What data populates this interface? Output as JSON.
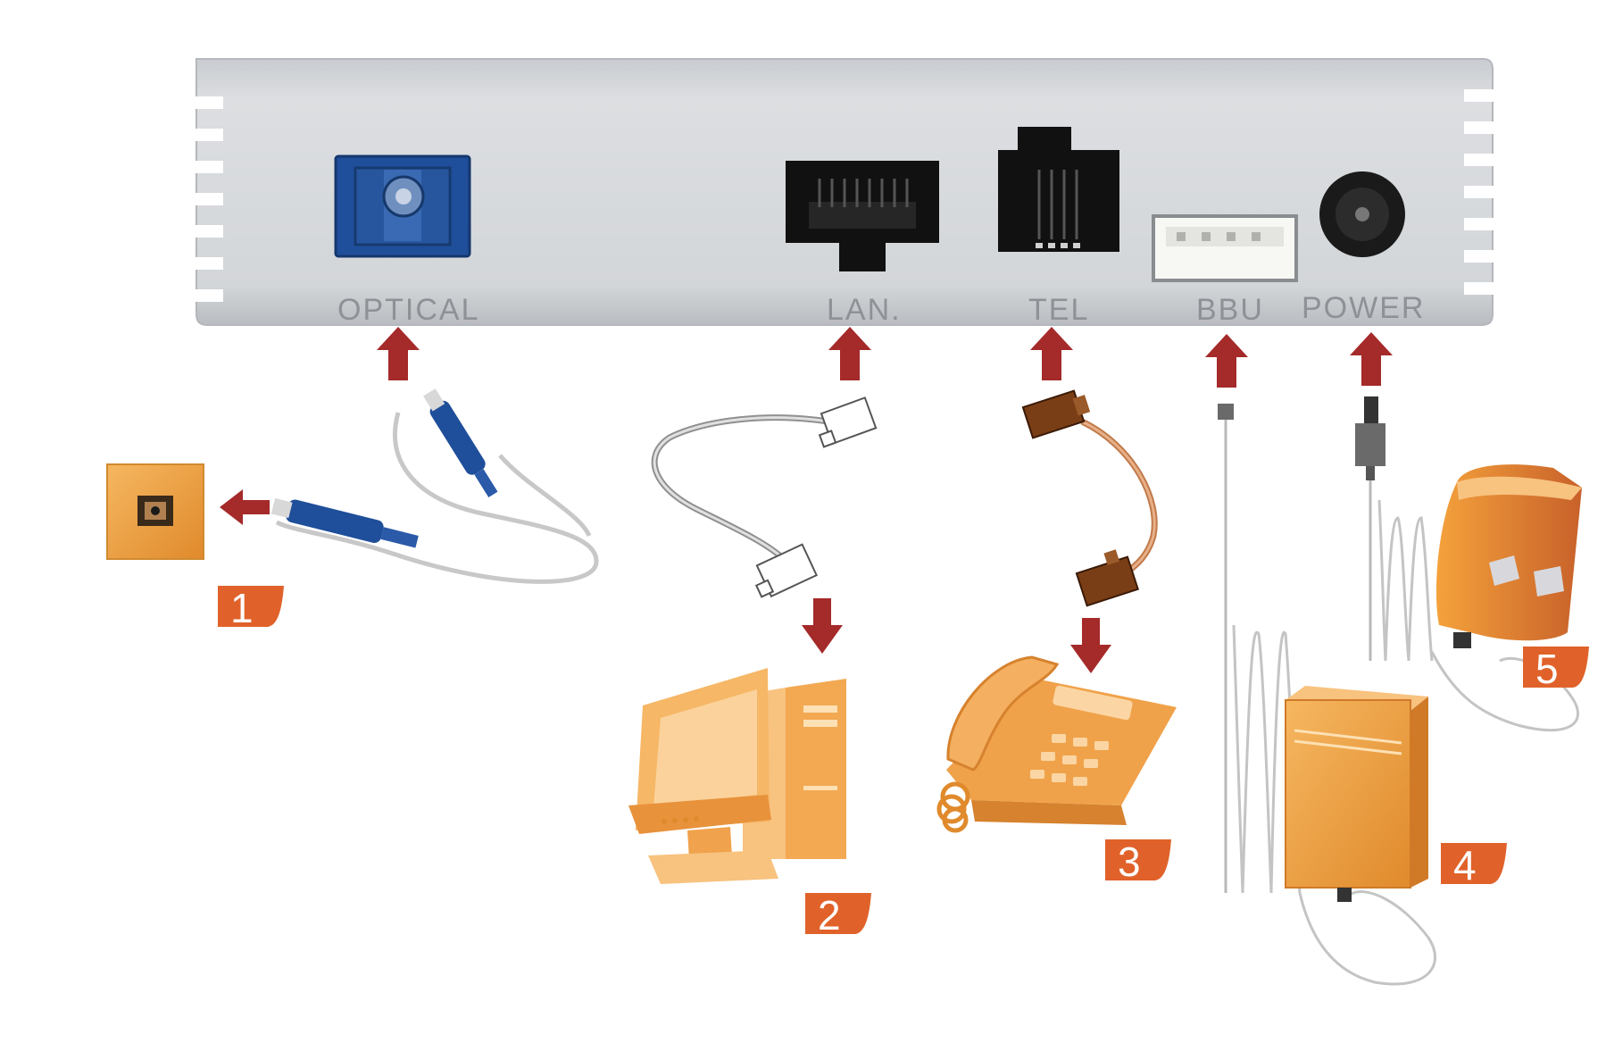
{
  "ports": {
    "optical": "OPTICAL",
    "lan": "LAN.",
    "tel": "TEL",
    "bbu": "BBU",
    "power": "POWER"
  },
  "badges": {
    "one": "1",
    "two": "2",
    "three": "3",
    "four": "4",
    "five": "5"
  },
  "colors": {
    "device_body": "#d6d8db",
    "arrow": "#a52a2a",
    "badge": "#e0622a",
    "appliance_orange": "#f0a040",
    "fiber_blue": "#1f4e9a"
  },
  "icons": {
    "wall_socket": "fiber-wall-socket-icon",
    "computer": "desktop-computer-icon",
    "phone": "desk-telephone-icon",
    "battery": "backup-battery-unit-icon",
    "adapter": "power-adapter-icon"
  }
}
